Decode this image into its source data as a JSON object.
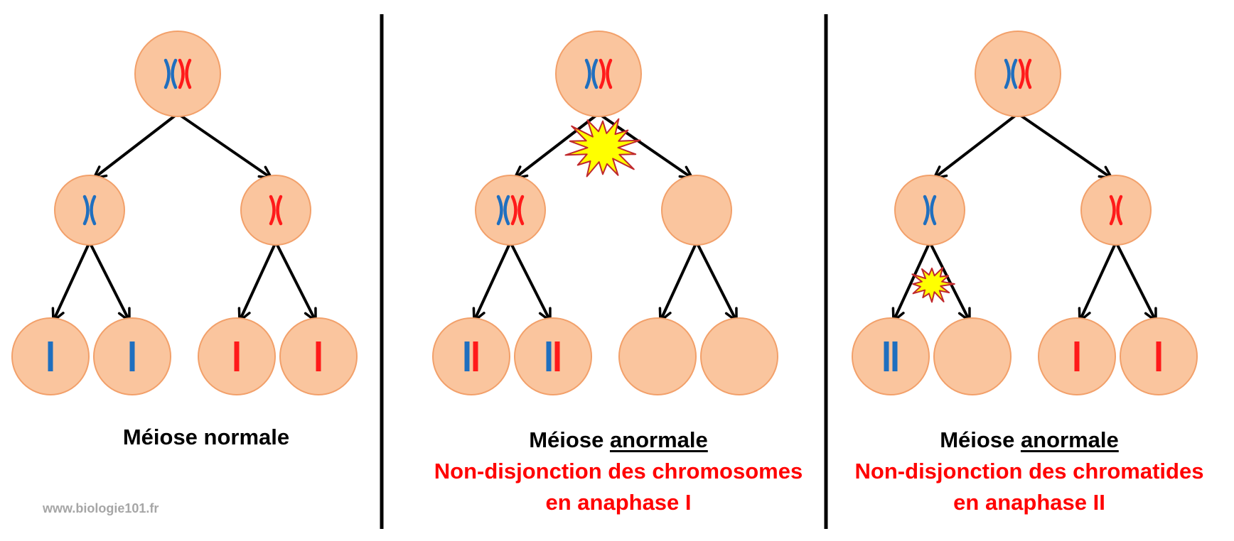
{
  "colors": {
    "cell_fill": "#fac59e",
    "cell_stroke": "#f2a06a",
    "maternal": "#1f6fbf",
    "paternal": "#ff1a1a",
    "arrow": "#000000",
    "divider": "#000000",
    "highlight": "#ff0000",
    "watermark": "#a6a6a6",
    "burst_fill": "#ffff00",
    "burst_stroke": "#c0282c"
  },
  "icons": {
    "chromosome": "x-chromosome-icon",
    "chromatid": "bar-chromatid-icon",
    "error_marker": "explosion-burst-icon"
  },
  "panels": [
    {
      "id": "normal",
      "caption": {
        "prefix": "Méiose ",
        "emphasis": "normale",
        "emphasis_underlined": false,
        "details": []
      },
      "parent": [
        "blue-X",
        "red-X"
      ],
      "daughters": [
        [
          "blue-X"
        ],
        [
          "red-X"
        ]
      ],
      "gametes": [
        [
          "blue-bar"
        ],
        [
          "blue-bar"
        ],
        [
          "red-bar"
        ],
        [
          "red-bar"
        ]
      ],
      "error_at": null
    },
    {
      "id": "anaphase-1",
      "caption": {
        "prefix": "Méiose ",
        "emphasis": "anormale",
        "emphasis_underlined": true,
        "details": [
          "Non-disjonction des chromosomes",
          "en anaphase I"
        ]
      },
      "parent": [
        "blue-X",
        "red-X"
      ],
      "daughters": [
        [
          "blue-X",
          "red-X"
        ],
        []
      ],
      "gametes": [
        [
          "blue-bar",
          "red-bar"
        ],
        [
          "blue-bar",
          "red-bar"
        ],
        [],
        []
      ],
      "error_at": "meiosis-1"
    },
    {
      "id": "anaphase-2",
      "caption": {
        "prefix": "Méiose ",
        "emphasis": "anormale",
        "emphasis_underlined": true,
        "details": [
          "Non-disjonction des chromatides",
          "en anaphase II"
        ]
      },
      "parent": [
        "blue-X",
        "red-X"
      ],
      "daughters": [
        [
          "blue-X"
        ],
        [
          "red-X"
        ]
      ],
      "gametes": [
        [
          "blue-bar",
          "blue-bar"
        ],
        [],
        [
          "red-bar"
        ],
        [
          "red-bar"
        ]
      ],
      "error_at": "meiosis-2-left"
    }
  ],
  "watermark": "www.biologie101.fr"
}
